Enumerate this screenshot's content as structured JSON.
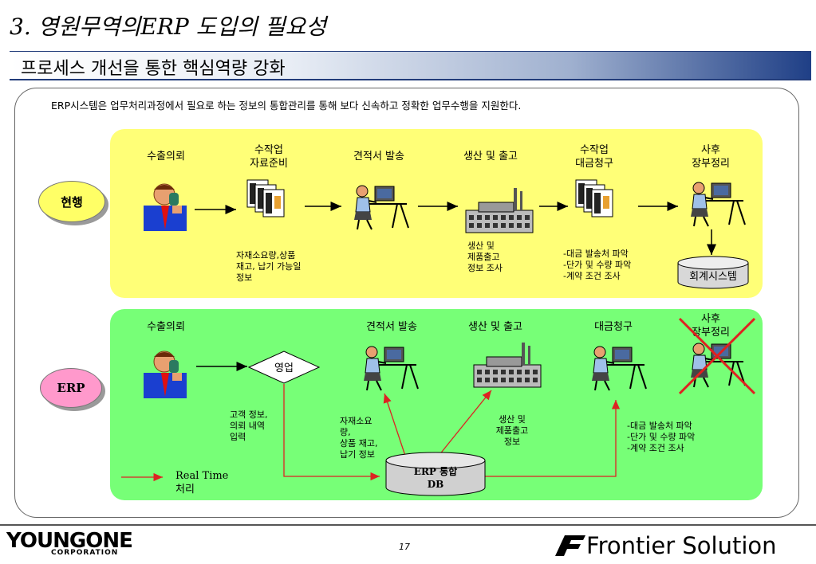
{
  "title": "3. 영원무역의ERP 도입의 필요성",
  "subtitle": "프로세스 개선을 통한 핵심역량 강화",
  "lead": "ERP시스템은 업무처리과정에서 필요로 하는 정보의 통합관리를 통해 보다 신속하고 정확한 업무수행을 지원한다.",
  "current": {
    "tag": "현행",
    "steps": [
      "수출의뢰",
      "수작업\n자료준비",
      "견적서 발송",
      "생산 및 출고",
      "수작업\n대금청구",
      "사후\n장부정리"
    ],
    "notes": [
      "자재소요량,상품\n재고, 납기 가능일\n정보",
      "생산 및\n제품출고\n정보 조사",
      "-대금 발송처 파악\n-단가 및 수량 파악\n-계약 조건 조사"
    ],
    "accounting": "회계시스템"
  },
  "erp": {
    "tag": "ERP",
    "steps": [
      "수출의뢰",
      "견적서 발송",
      "생산 및 출고",
      "대금청구",
      "사후\n장부정리"
    ],
    "sales": "영업",
    "notes": [
      "고객 정보,\n의뢰 내역\n입력",
      "자재소요\n량,\n상품 재고,\n납기 정보",
      "생산 및\n제품출고\n정보",
      "-대금 발송처 파악\n-단가 및 수량 파악\n-계약 조건 조사"
    ],
    "db": "ERP 통합\nDB",
    "legend": "Real Time\n처리"
  },
  "footer": {
    "page": "17",
    "left_logo": "YOUNGONE",
    "left_logo_sub": "CORPORATION",
    "right_logo": "Frontier Solution"
  },
  "colors": {
    "yellow_panel": "#ffff77",
    "green_panel": "#77ff77",
    "red_arrow": "#dd2222",
    "banner_dark": "#1f3f86"
  }
}
